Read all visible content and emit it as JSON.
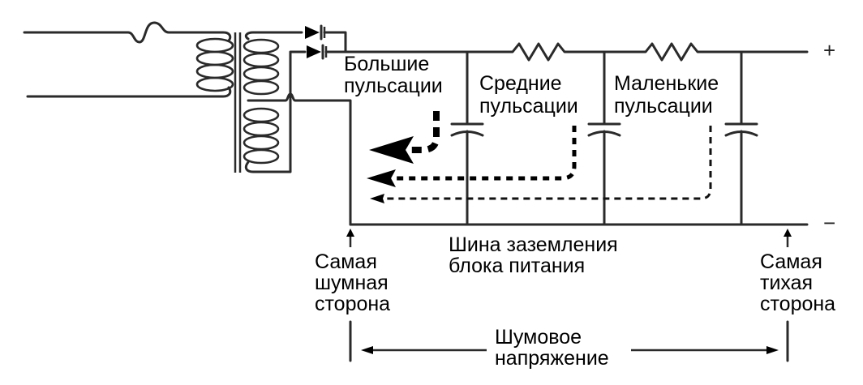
{
  "labels": {
    "large_ripple": [
      "Большие",
      "пульсации"
    ],
    "medium_ripple": [
      "Средние",
      "пульсации"
    ],
    "small_ripple": [
      "Маленькие",
      "пульсации"
    ],
    "ground_bus": [
      "Шина заземления",
      "блока питания"
    ],
    "noisiest_side": [
      "Самая",
      "шумная",
      "сторона"
    ],
    "quietest_side": [
      "Самая",
      "тихая",
      "сторона"
    ],
    "noise_voltage": [
      "Шумовое",
      "напряжение"
    ],
    "plus_terminal": "+",
    "minus_terminal": "−"
  },
  "components": {
    "fuse": "fuse",
    "transformer": "center-tapped-transformer",
    "rectifiers": [
      "diode-1",
      "diode-2"
    ],
    "resistors": [
      "resistor-1",
      "resistor-2"
    ],
    "capacitors": [
      "capacitor-1",
      "capacitor-2",
      "capacitor-3"
    ]
  },
  "colors": {
    "line": "#2a2a2a",
    "text": "#000000",
    "background": "#ffffff"
  }
}
